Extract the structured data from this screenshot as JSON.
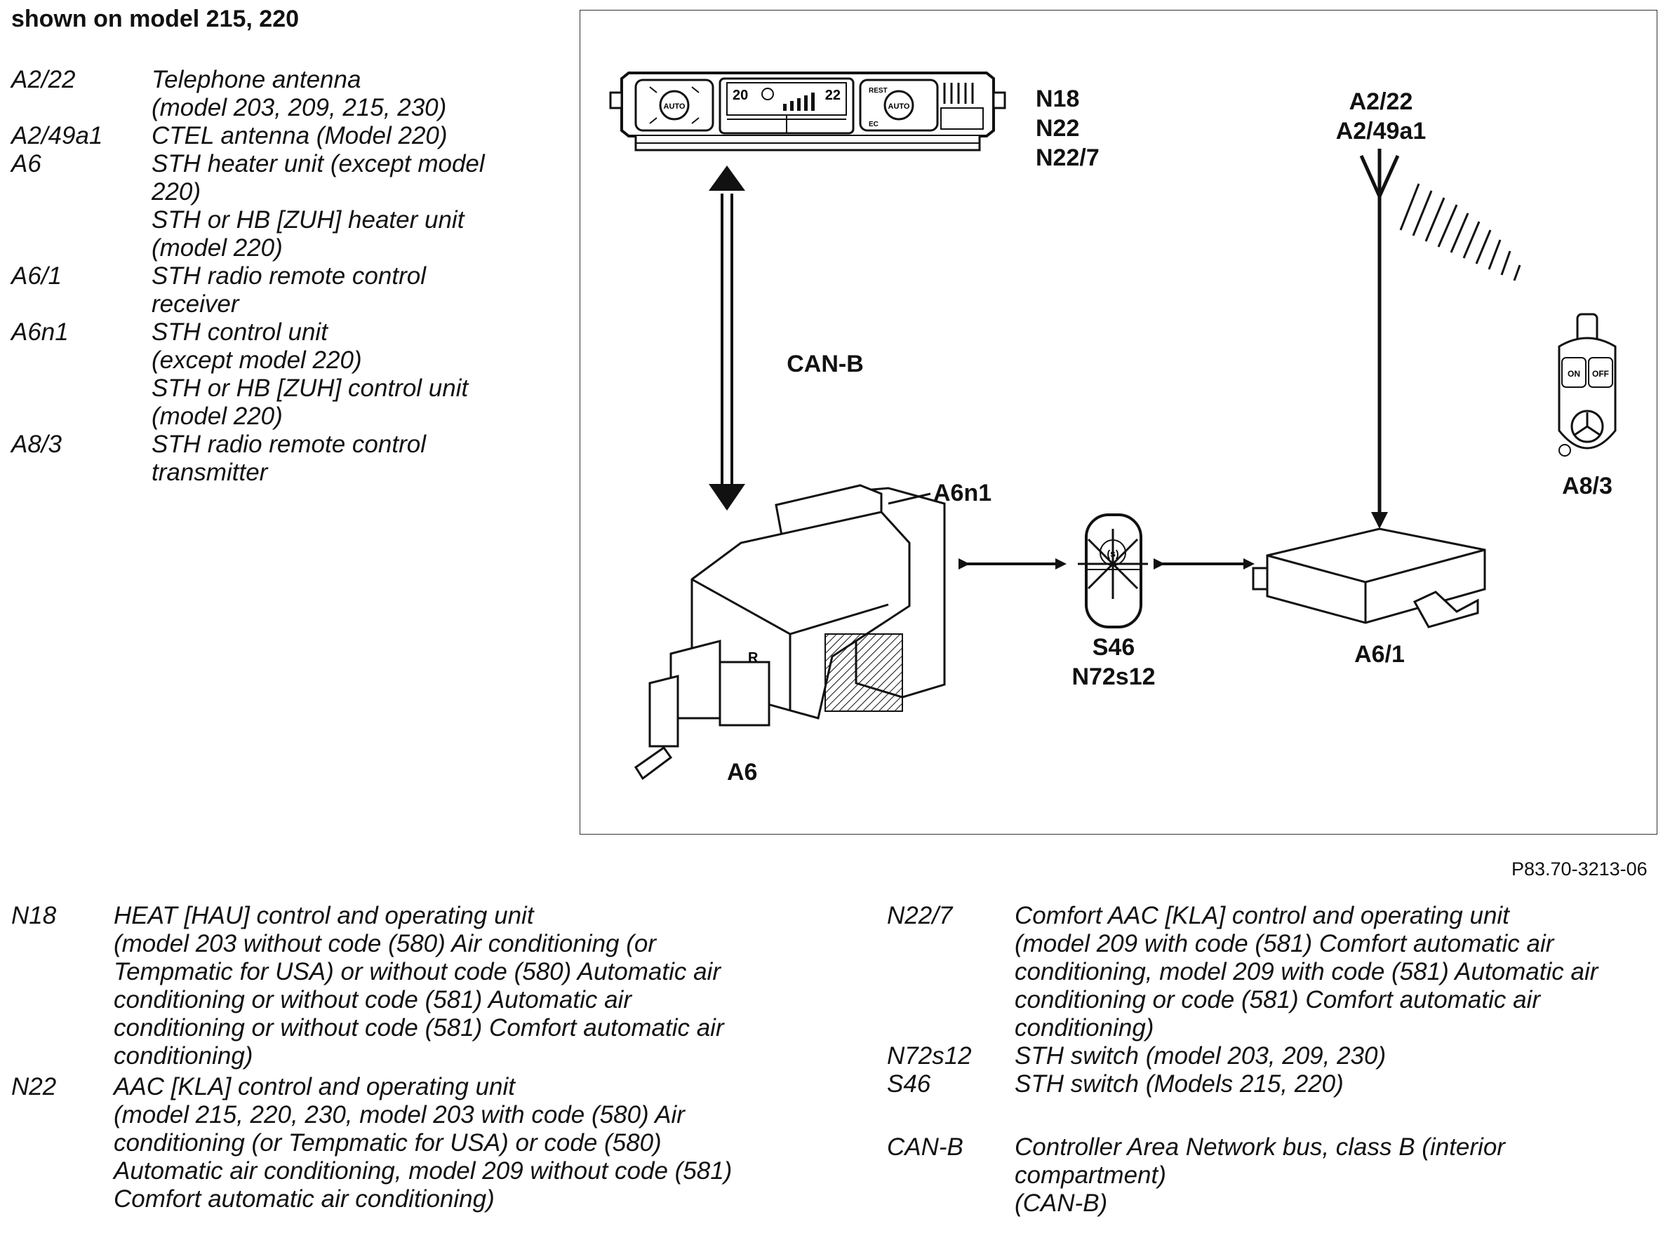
{
  "heading": "shown on model 215, 220",
  "legend_top": [
    {
      "code": "A2/22",
      "lines": [
        "Telephone antenna",
        "(model 203, 209, 215, 230)"
      ]
    },
    {
      "code": "A2/49a1",
      "lines": [
        "CTEL antenna (Model 220)"
      ]
    },
    {
      "code": "A6",
      "lines": [
        "STH heater unit (except model",
        "220)",
        "STH or HB [ZUH] heater unit",
        "(model 220)"
      ]
    },
    {
      "code": "A6/1",
      "lines": [
        "STH radio remote control",
        "receiver"
      ]
    },
    {
      "code": "A6n1",
      "lines": [
        "STH control unit",
        "(except model 220)",
        "STH or HB [ZUH] control unit",
        "(model 220)"
      ]
    },
    {
      "code": "A8/3",
      "lines": [
        "STH radio remote control",
        "transmitter"
      ]
    }
  ],
  "legend_bottom_left": [
    {
      "code": "N18",
      "lines": [
        "HEAT [HAU] control and operating unit",
        "(model 203 without code (580) Air conditioning (or",
        "Tempmatic for USA) or without code (580) Automatic air",
        "conditioning or without code (581) Automatic air",
        "conditioning or without code (581) Comfort automatic air",
        "conditioning)"
      ]
    },
    {
      "code": "N22",
      "lines": [
        "AAC [KLA] control and operating unit",
        "(model 215, 220, 230, model 203 with code (580) Air",
        "conditioning (or Tempmatic for USA) or code (580)",
        "Automatic air conditioning, model 209 without code (581)",
        "Comfort automatic air conditioning)"
      ]
    }
  ],
  "legend_bottom_right": [
    {
      "code": "N22/7",
      "lines": [
        "Comfort AAC [KLA] control and operating unit",
        "(model 209 with code (581) Comfort automatic air",
        "conditioning, model 209 with code (581) Automatic air",
        "conditioning or code (581) Comfort automatic air",
        "conditioning)"
      ]
    },
    {
      "code": "N72s12",
      "lines": [
        "STH switch (model 203, 209, 230)"
      ]
    },
    {
      "code": "S46",
      "lines": [
        "STH switch (Models 215, 220)"
      ]
    },
    {
      "code": "CAN-B",
      "lines": [
        "Controller Area Network bus, class B (interior",
        "compartment)",
        "(CAN-B)"
      ]
    }
  ],
  "diagram": {
    "labels": {
      "n18": "N18",
      "n22": "N22",
      "n22_7": "N22/7",
      "a2_22": "A2/22",
      "a2_49a1": "A2/49a1",
      "can_b": "CAN-B",
      "a6n1": "A6n1",
      "s46": "S46",
      "n72s12": "N72s12",
      "a6_1": "A6/1",
      "a8_3": "A8/3",
      "a6": "A6"
    },
    "panel_display": {
      "temp_left": "20",
      "temp_right": "22",
      "btn_auto_left": "AUTO",
      "btn_auto_right": "AUTO",
      "btn_rest": "REST",
      "btn_ec": "EC"
    },
    "remote_buttons": {
      "on": "ON",
      "off": "OFF"
    },
    "switch_symbol": "(s)"
  },
  "figure_number": "P83.70-3213-06"
}
